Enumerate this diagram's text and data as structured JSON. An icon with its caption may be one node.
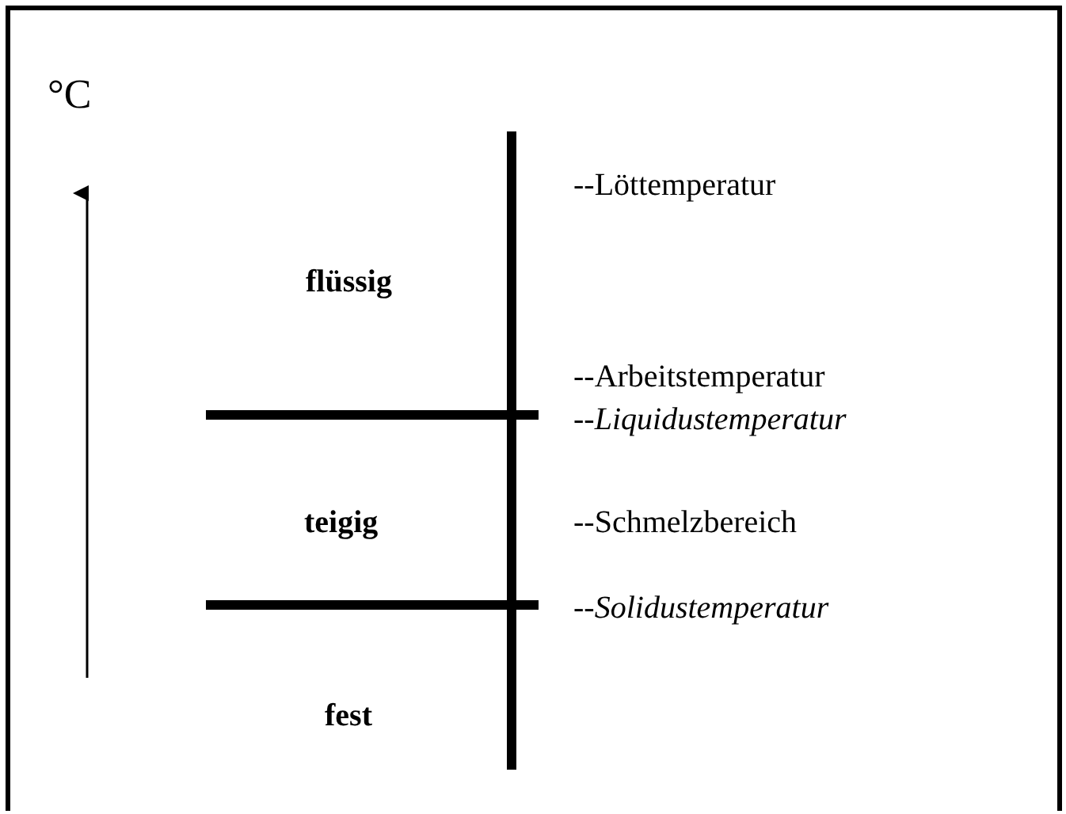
{
  "diagram": {
    "labels": [
      "°C",
      "--Löttemperatur",
      "flüssig",
      "--Arbeitstemperatur",
      "--*Liquidustemperatur*",
      "teigig",
      "--Schmelzbereich",
      "--*Solidustemperatur*",
      "fest"
    ]
  }
}
